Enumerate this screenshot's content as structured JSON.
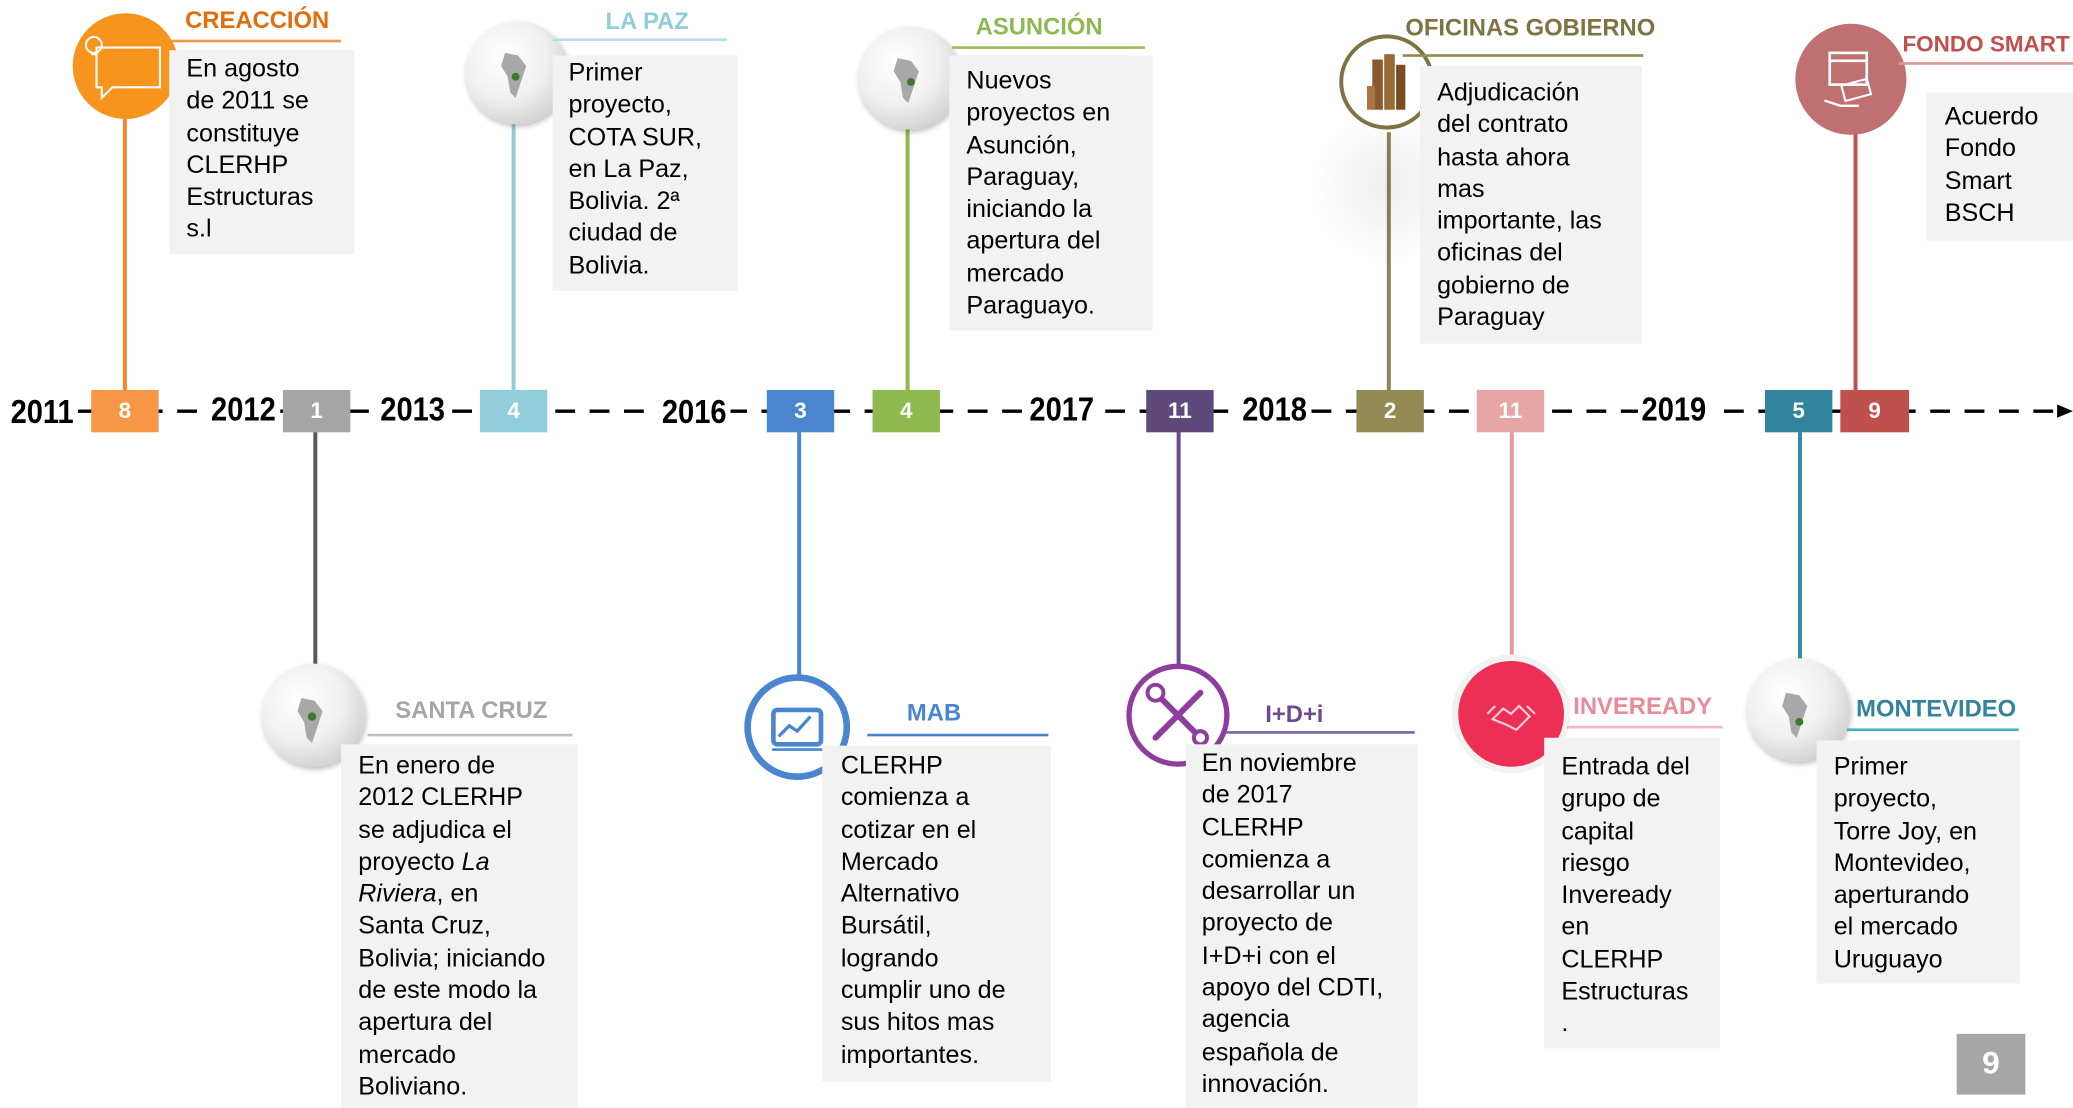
{
  "years": [
    "2011",
    "2012",
    "2013",
    "2016",
    "2017",
    "2018",
    "2019"
  ],
  "badges": [
    "8",
    "1",
    "4",
    "3",
    "4",
    "11",
    "2",
    "11",
    "5",
    "9"
  ],
  "events": {
    "creaccion": {
      "title": "CREACCIÓN",
      "text": "En agosto\nde 2011 se\nconstituye\nCLERHP\nEstructuras\ns.l",
      "color": "#f5862b"
    },
    "santa_cruz": {
      "title": "SANTA CRUZ",
      "text_1": "  En enero de\n2012 CLERHP\nse adjudica el\nproyecto ",
      "text_italic_1": "La\nRiviera",
      "text_2": ", en\nSanta Cruz,\nBolivia; iniciando\nde este modo la\napertura del\nmercado\nBoliviano.",
      "color": "#7f7f7f"
    },
    "la_paz": {
      "title": "LA PAZ",
      "text": " Primer\nproyecto,\nCOTA SUR,\nen La Paz,\nBolivia.  2ª\nciudad de\nBolivia.",
      "color": "#92cddc"
    },
    "mab": {
      "title": "MAB",
      "text": "    CLERHP\ncomienza       a\ncotizar    en    el\nMercado\nAlternativo\nBursátil,\nlogrando\ncumplir  uno  de\nsus  hitos  mas\nimportantes.",
      "color": "#4a86d0"
    },
    "asuncion": {
      "title": "ASUNCIÓN",
      "text": "Nuevos\nproyectos en\nAsunción,\nParaguay,\niniciando la\napertura del\nmercado\nParaguayo.",
      "color": "#8db94f"
    },
    "idi": {
      "title": "I+D+i",
      "text": "En noviembre\nde 2017\nCLERHP\ncomienza a\ndesarrollar un\nproyecto de\nI+D+i con el\napoyo del CDTI,\nagencia\nespañola de\ninnovación.",
      "color": "#6c4a8e"
    },
    "oficinas": {
      "title": "OFICINAS GOBIERNO",
      "text": "Adjudicación\ndel contrato\nhasta ahora\nmas\nimportante, las\noficinas del\ngobierno de\nParaguay",
      "color": "#8b8551"
    },
    "inveready": {
      "title": "INVEREADY",
      "text": "Entrada del\ngrupo de\ncapital\nriesgo\nInveready\nen\nCLERHP\nEstructuras\n.",
      "color": "#e39b9b"
    },
    "montevideo": {
      "title": "MONTEVIDEO",
      "text": "Primer\nproyecto,\nTorre Joy, en\nMontevideo,\naperturando\nel mercado\nUruguayo",
      "color": "#2f8fa5"
    },
    "fondo_smart": {
      "title": "FONDO SMART",
      "text": "Acuerdo\nFondo\nSmart\nBSCH",
      "color": "#c0504d"
    }
  },
  "page_number": "9"
}
